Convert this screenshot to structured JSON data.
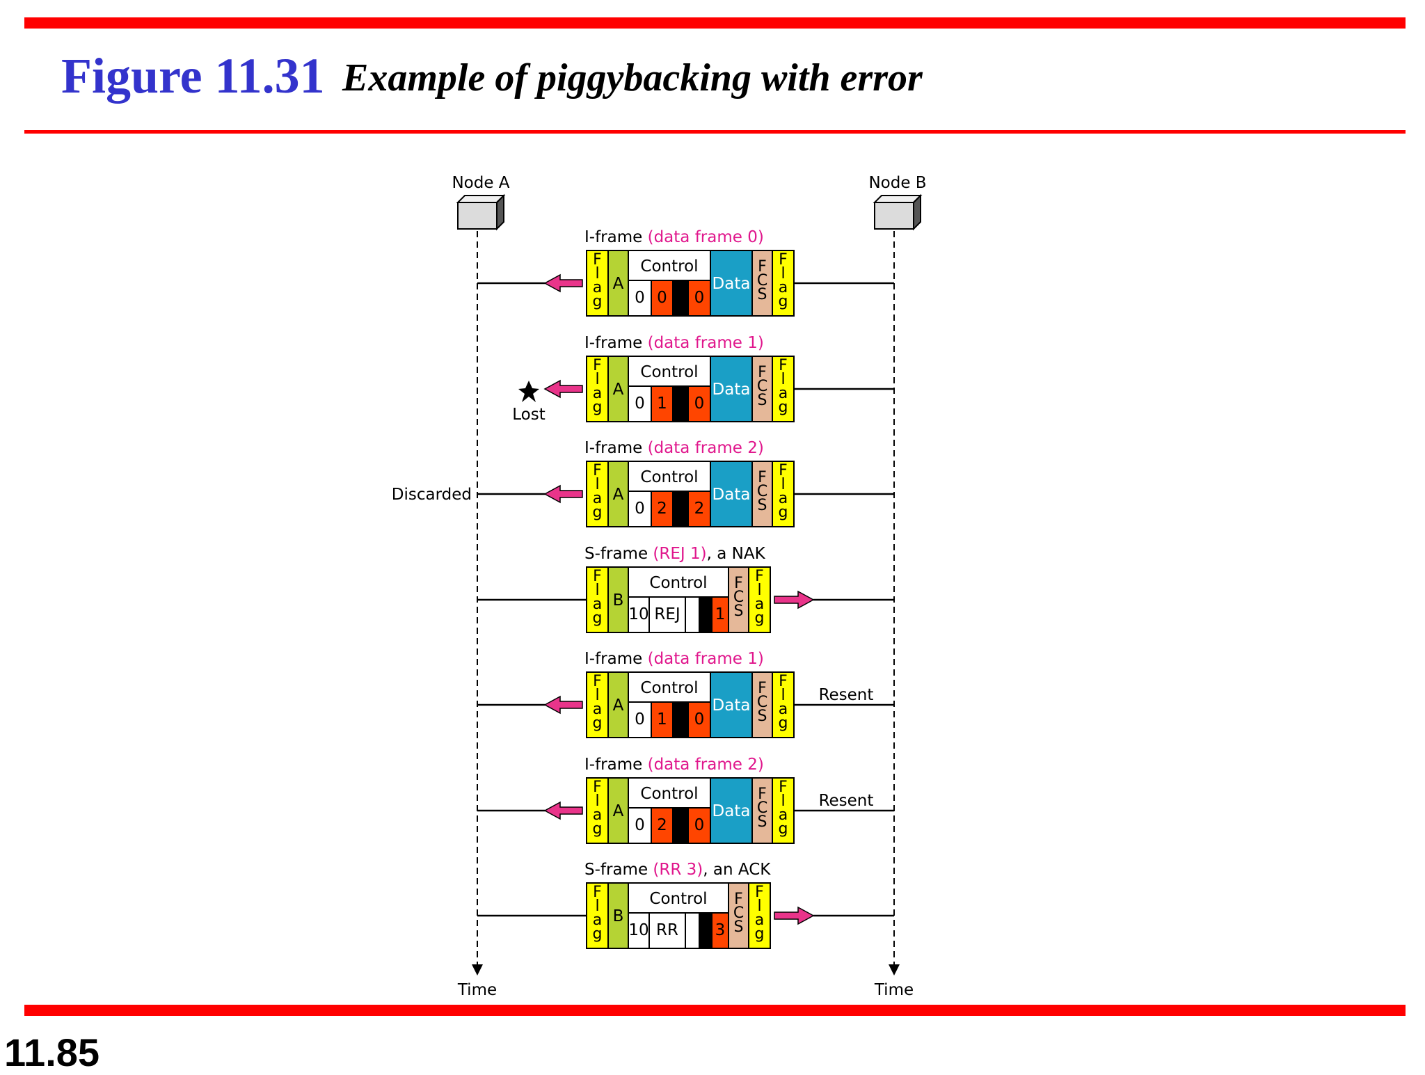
{
  "title": {
    "number": "Figure 11.31",
    "caption": "Example of piggybacking with error"
  },
  "slide_number": "11.85",
  "nodes": {
    "a": "Node A",
    "b": "Node B"
  },
  "time_label": "Time",
  "colors": {
    "red_rule": "#ff0000",
    "title_blue": "#3333cc",
    "flag": "#ffff00",
    "address": "#b5d334",
    "data": "#1a9fc6",
    "fcs": "#e5b899",
    "seq": "#ff4500",
    "arrow": "#e9348a",
    "caption_pink": "#e0168c"
  },
  "field_labels": {
    "flag": "Flag",
    "control": "Control",
    "data": "Data",
    "fcs": "FCS"
  },
  "frames": [
    {
      "prefix": "I-frame ",
      "detail": "(data frame 0)",
      "suffix": "",
      "kind": "I",
      "direction": "to-A",
      "address": "A",
      "control": [
        "0",
        "0",
        "0"
      ],
      "left_note": "",
      "right_note": ""
    },
    {
      "prefix": "I-frame ",
      "detail": "(data frame 1)",
      "suffix": "",
      "kind": "I",
      "direction": "to-A",
      "address": "A",
      "control": [
        "0",
        "1",
        "0"
      ],
      "left_note": "Lost",
      "right_note": "",
      "lost": true
    },
    {
      "prefix": "I-frame ",
      "detail": "(data frame 2)",
      "suffix": "",
      "kind": "I",
      "direction": "to-A",
      "address": "A",
      "control": [
        "0",
        "2",
        "2"
      ],
      "left_note": "Discarded",
      "right_note": ""
    },
    {
      "prefix": "S-frame ",
      "detail": "(REJ 1)",
      "suffix": ", a NAK",
      "kind": "S",
      "direction": "to-B",
      "address": "B",
      "control": [
        "10",
        "REJ",
        "1"
      ],
      "left_note": "",
      "right_note": ""
    },
    {
      "prefix": "I-frame ",
      "detail": "(data frame 1)",
      "suffix": "",
      "kind": "I",
      "direction": "to-A",
      "address": "A",
      "control": [
        "0",
        "1",
        "0"
      ],
      "left_note": "",
      "right_note": "Resent"
    },
    {
      "prefix": "I-frame ",
      "detail": "(data frame 2)",
      "suffix": "",
      "kind": "I",
      "direction": "to-A",
      "address": "A",
      "control": [
        "0",
        "2",
        "0"
      ],
      "left_note": "",
      "right_note": "Resent"
    },
    {
      "prefix": "S-frame ",
      "detail": "(RR 3)",
      "suffix": ", an ACK",
      "kind": "S",
      "direction": "to-B",
      "address": "B",
      "control": [
        "10",
        "RR",
        "3"
      ],
      "left_note": "",
      "right_note": ""
    }
  ]
}
